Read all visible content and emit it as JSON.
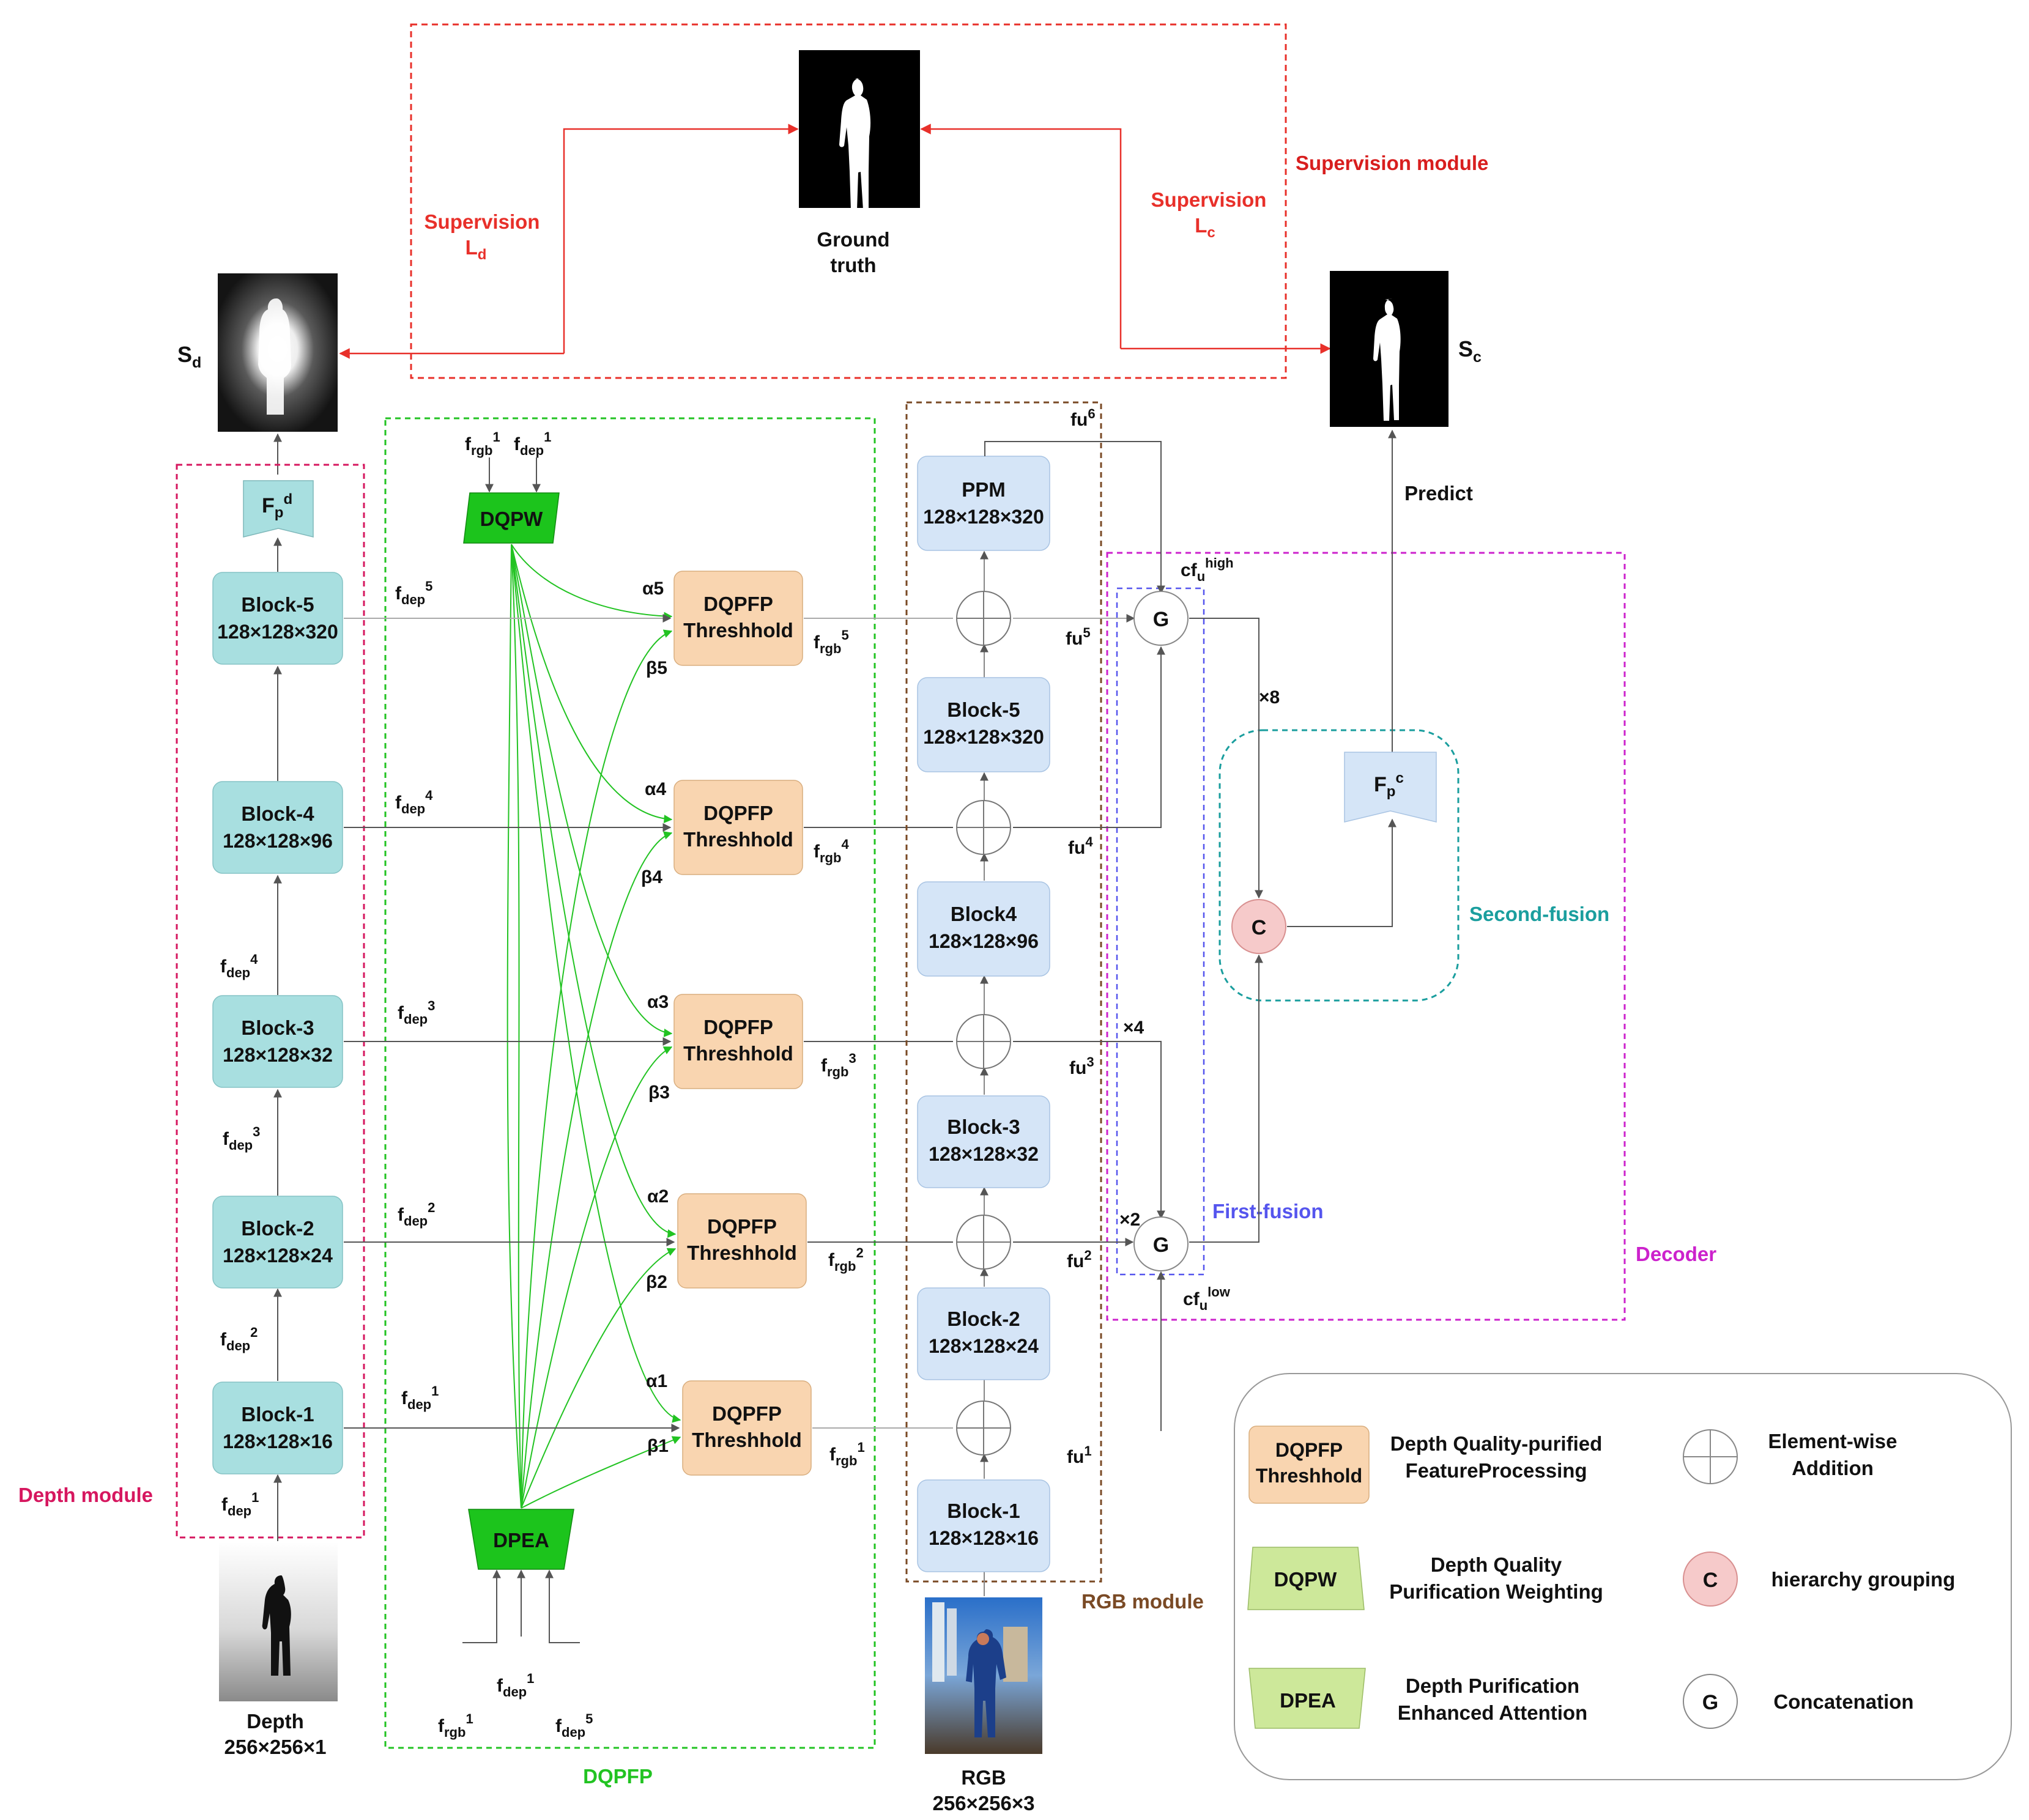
{
  "supervision": {
    "title": "Supervision module",
    "left_label": "Supervision",
    "left_sub": "L",
    "left_sub_idx": "d",
    "right_label": "Supervision",
    "right_sub": "L",
    "right_sub_idx": "c",
    "ground_truth_line1": "Ground",
    "ground_truth_line2": "truth"
  },
  "outputs": {
    "sd_main": "S",
    "sd_sub": "d",
    "sc_main": "S",
    "sc_sub": "c",
    "predict": "Predict"
  },
  "depth_module": {
    "title": "Depth module",
    "fp": {
      "main": "F",
      "sub": "p",
      "sup": "d"
    },
    "blocks": [
      {
        "name": "Block-5",
        "dims": "128×128×320"
      },
      {
        "name": "Block-4",
        "dims": "128×128×96"
      },
      {
        "name": "Block-3",
        "dims": "128×128×32"
      },
      {
        "name": "Block-2",
        "dims": "128×128×24"
      },
      {
        "name": "Block-1",
        "dims": "128×128×16"
      }
    ],
    "input_label": "Depth",
    "input_dims": "256×256×1"
  },
  "dqpfp": {
    "title": "DQPFP",
    "dqpw": "DQPW",
    "dpea": "DPEA",
    "threshold_line1": "DQPFP",
    "threshold_line2": "Threshhold",
    "alphas": [
      "α5",
      "α4",
      "α3",
      "α2",
      "α1"
    ],
    "betas": [
      "β5",
      "β4",
      "β3",
      "β2",
      "β1"
    ]
  },
  "rgb_module": {
    "title": "RGB module",
    "ppm": {
      "name": "PPM",
      "dims": "128×128×320"
    },
    "blocks": [
      {
        "name": "Block-5",
        "dims": "128×128×320"
      },
      {
        "name": "Block4",
        "dims": "128×128×96"
      },
      {
        "name": "Block-3",
        "dims": "128×128×32"
      },
      {
        "name": "Block-2",
        "dims": "128×128×24"
      },
      {
        "name": "Block-1",
        "dims": "128×128×16"
      }
    ],
    "input_label": "RGB",
    "input_dims": "256×256×3"
  },
  "decoder": {
    "title": "Decoder",
    "first_fusion": "First-fusion",
    "second_fusion": "Second-fusion",
    "g": "G",
    "c": "C",
    "x8": "×8",
    "x4": "×4",
    "x2": "×2",
    "cfu": "cf",
    "cfu_high": "high",
    "cfu_low": "low",
    "fp": {
      "main": "F",
      "sub": "p",
      "sup": "c"
    }
  },
  "legend": {
    "dqpfp_box_line1": "DQPFP",
    "dqpfp_box_line2": "Threshhold",
    "dqpfp_desc_line1": "Depth Quality-purified",
    "dqpfp_desc_line2": "FeatureProcessing",
    "dqpw_box": "DQPW",
    "dqpw_desc_line1": "Depth Quality",
    "dqpw_desc_line2": "Purification Weighting",
    "dpea_box": "DPEA",
    "dpea_desc_line1": "Depth Purification",
    "dpea_desc_line2": "Enhanced Attention",
    "add_desc_line1": "Element-wise",
    "add_desc_line2": "Addition",
    "c_symbol": "C",
    "c_desc": "hierarchy grouping",
    "g_symbol": "G",
    "g_desc": "Concatenation"
  },
  "colors": {
    "supervision_red": "#e8302a",
    "depth_border": "#d6175f",
    "dqpfp_green": "#22c322",
    "rgb_brown": "#7a4a25",
    "decoder_magenta": "#cc22cc",
    "first_fusion_blue": "#5555ee",
    "second_fusion_teal": "#1a9e9e",
    "depth_block": "#a8dfe0",
    "rgb_block": "#d5e5f7",
    "threshold_block": "#f9d5b0",
    "dqpw_green": "#1cc41c",
    "legend_green": "#cde89a",
    "c_pink": "#f6caca"
  }
}
